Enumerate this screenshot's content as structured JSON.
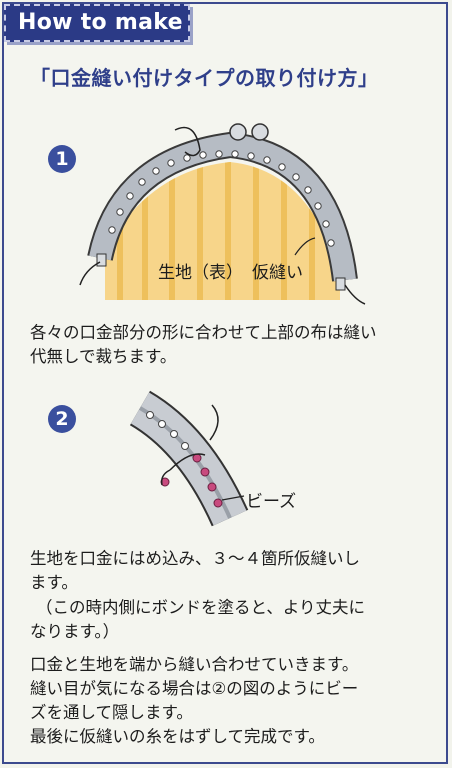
{
  "header": {
    "title": "How to make"
  },
  "section_title": "「口金縫い付けタイプの取り付け方」",
  "steps": [
    {
      "number": "1",
      "labels": {
        "fabric": "生地（表）",
        "basting": "仮縫い"
      },
      "lines": [
        "各々の口金部分の形に合わせて上部の布は縫い",
        "代無しで裁ちます。"
      ]
    },
    {
      "number": "2",
      "labels": {
        "beads": "ビーズ"
      },
      "lines": [
        "生地を口金にはめ込み、３～４箇所仮縫いし",
        "ます。",
        "（この時内側にボンドを塗ると、より丈夫に",
        "なります。）",
        "口金と生地を端から縫い合わせていきます。",
        "縫い目が気になる場合は②の図のようにビー",
        "ズを通して隠します。",
        "最後に仮縫いの糸をはずして完成です。"
      ]
    }
  ],
  "colors": {
    "header_bg": "#2b3a86",
    "title": "#2f3f8a",
    "frame_metal": "#b6bcc4",
    "fabric": "#f7d58a",
    "fabric_stripe": "#eec05c",
    "bead": "#c84a7e"
  }
}
